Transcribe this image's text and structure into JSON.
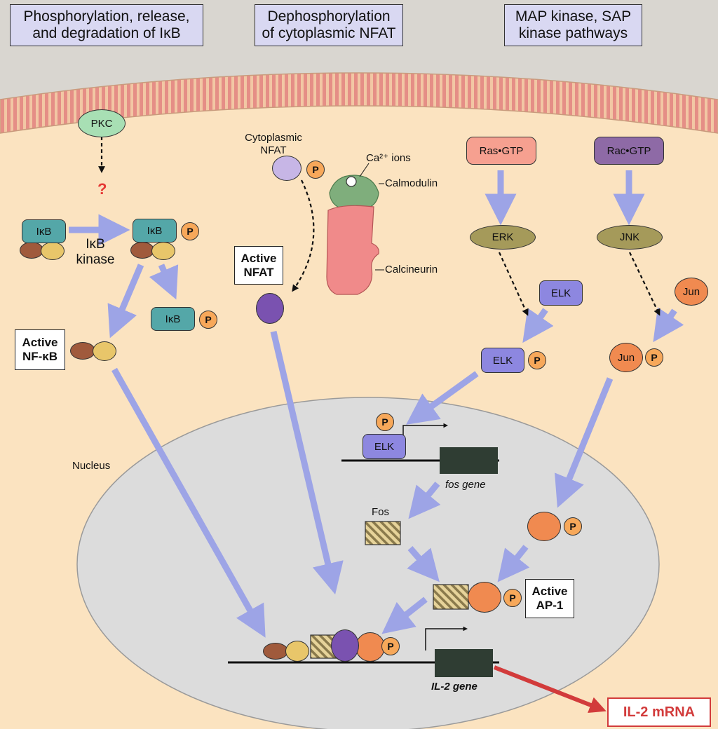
{
  "headers": {
    "ikb": "Phosphorylation, release,\nand degradation of IκB",
    "nfat": "Dephosphorylation\nof cytoplasmic NFAT",
    "mapk": "MAP kinase, SAP\nkinase pathways"
  },
  "molecules": {
    "pkc": "PKC",
    "question": "?",
    "ikb": "IκB",
    "ikb_kinase": "IκB\nkinase",
    "phos": "P",
    "cytoplasmic_nfat": "Cytoplasmic\nNFAT",
    "ca_ions": "Ca²⁺ ions",
    "calmodulin": "Calmodulin",
    "calcineurin": "Calcineurin",
    "ras_gtp": "Ras•GTP",
    "rac_gtp": "Rac•GTP",
    "erk": "ERK",
    "jnk": "JNK",
    "elk": "ELK",
    "jun": "Jun",
    "fos": "Fos",
    "fos_gene": "fos gene",
    "il2_gene": "IL-2 gene",
    "nucleus": "Nucleus"
  },
  "boxes": {
    "active_nfkb": "Active\nNF-κB",
    "active_nfat": "Active\nNFAT",
    "active_ap1": "Active\nAP-1",
    "il2_mrna": "IL-2 mRNA"
  },
  "colors": {
    "cytoplasm": "#fbe3c0",
    "membrane": "#e9a7a0",
    "nucleus": "#dcdcdc",
    "header_bg": "#d9d8f2",
    "arrow": "#9da4e6",
    "ikb": "#54a7a8",
    "nfkb_brown": "#a05a3c",
    "nfkb_yellow": "#e8c66a",
    "nfat": "#c7b6e6",
    "nfat_active": "#7a52b0",
    "calmodulin": "#7fae7c",
    "calcineurin": "#f08a8a",
    "ras": "#f6a090",
    "rac": "#8e6aa6",
    "kinase_olive": "#a59a5a",
    "elk": "#8d87e0",
    "jun": "#f08a50",
    "gene": "#2f3d33",
    "mrna_red": "#d23b3b"
  }
}
